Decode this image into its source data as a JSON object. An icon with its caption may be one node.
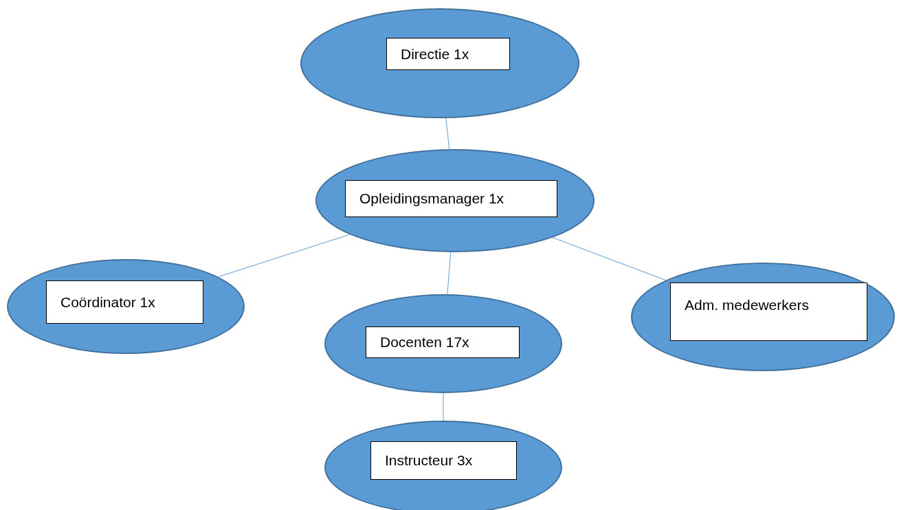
{
  "diagram": {
    "nodes": [
      {
        "text": [
          "Directie 1x"
        ]
      },
      {
        "text": [
          "Opleidingsmanager 1x"
        ]
      },
      {
        "text": [
          "Coördinator 1x"
        ]
      },
      {
        "text": [
          "Docenten 17x"
        ]
      },
      {
        "text": [
          "Adm. medewerkers"
        ]
      },
      {
        "text": [
          "Instructeur 3x"
        ]
      }
    ],
    "edges": [
      {
        "from": 0,
        "to": 1,
        "arrow": "none"
      },
      {
        "from": 1,
        "to": 2,
        "arrow": "none"
      },
      {
        "from": 1,
        "to": 3,
        "arrow": "none"
      },
      {
        "from": 1,
        "to": 4,
        "arrow": "none"
      },
      {
        "from": 3,
        "to": 5,
        "arrow": "none"
      }
    ]
  }
}
